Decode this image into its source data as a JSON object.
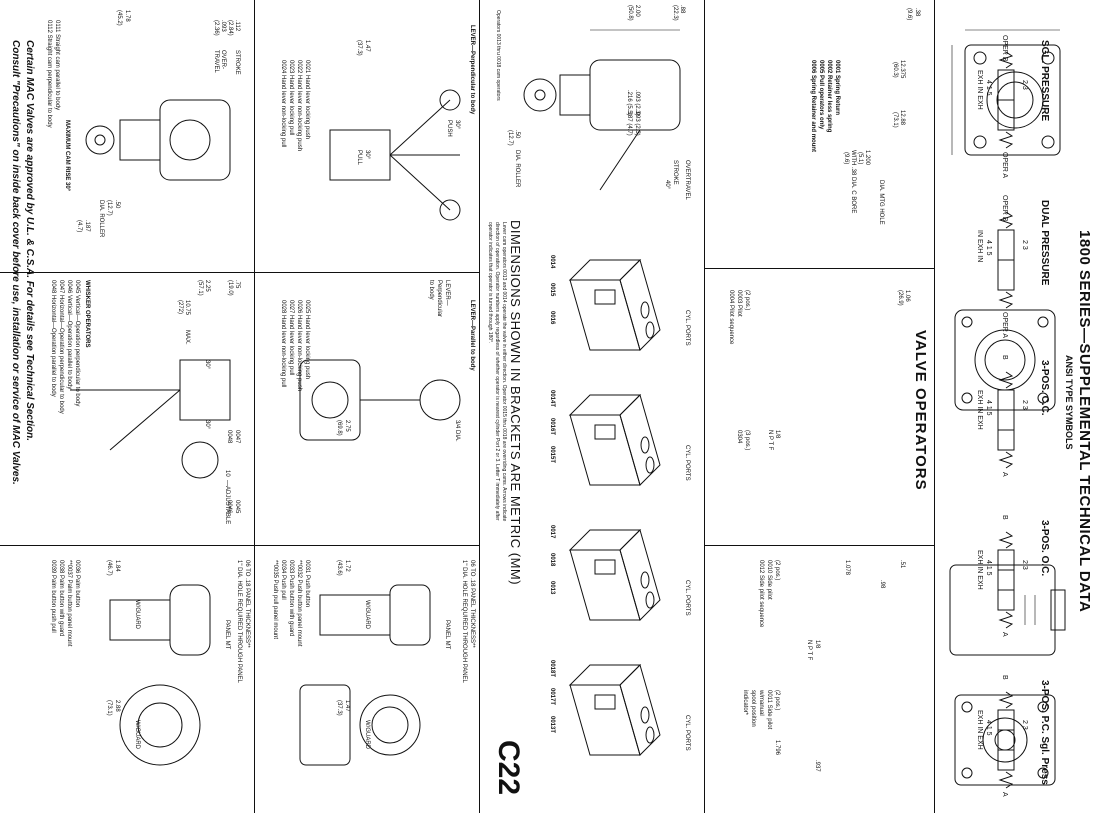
{
  "header": {
    "title": "1800 SERIES—SUPPLEMENTAL TECHNICAL DATA",
    "subtitle": "ANSI TYPE SYMBOLS",
    "section": "VALVE OPERATORS"
  },
  "symbols": [
    {
      "label": "SGL. PRESSURE",
      "ports_top": "2  3",
      "ports_bottom": "4  1  5",
      "left": "OPER B",
      "right": "OPER A",
      "bottom": "EXH IN EXH"
    },
    {
      "label": "DUAL PRESSURE",
      "ports_top": "2  3",
      "ports_bottom": "4  1  5",
      "left": "OPER B",
      "right": "OPER A",
      "bottom": "IN EXH IN"
    },
    {
      "label": "3-POS. C.C.",
      "ports_top": "2  3",
      "ports_bottom": "4  1  5",
      "left": "B",
      "right": "A",
      "bottom": "EXH IN EXH"
    },
    {
      "label": "3-POS. O.C.",
      "ports_top": "2  3",
      "ports_bottom": "4  1  5",
      "left": "B",
      "right": "A",
      "bottom": "EXH IN EXH"
    },
    {
      "label": "3-POS. P.C. Sgl. Press",
      "ports_top": "2  3",
      "ports_bottom": "4  1  5",
      "left": "B",
      "right": "A",
      "bottom": "EXH IN EXH"
    }
  ],
  "row1": {
    "spring": {
      "dims": [
        ".38",
        "(9.6)",
        "12.375",
        "(60.3)",
        "12.88",
        "(73.1)",
        "1.200",
        "(5.1)",
        "WITH .38 DIA. C BORE",
        "(9.6)",
        "DIA. MTG HOLE"
      ],
      "items": [
        "0001  Spring Return",
        "0002  Retainer less spring",
        "0005  Pull operators only",
        "0006  Spring Retainer and mount"
      ]
    },
    "pilot": {
      "dims": [
        "1.06",
        "(26.9)",
        "1/8",
        "N P T F"
      ],
      "items_left_head": "(2 pos.)",
      "items_left": [
        "0003  Pilot",
        "0004  Pilot sequence"
      ],
      "items_right_head": "(3 pos.)",
      "items_right": [
        "0304"
      ]
    },
    "side": {
      "dims": [
        ".51",
        ".98",
        "1.078",
        "1/8",
        "N P T F"
      ],
      "items_head": "(2 pos.)",
      "items": [
        "0010  Side pilot",
        "0012  Side pilot sequence"
      ]
    },
    "manual": {
      "dims": [
        ".937",
        "1.796"
      ],
      "items_head": "(2 pos.)",
      "items": [
        "0011  Side pilot",
        "w/manual",
        "spool position",
        "indicator*"
      ]
    }
  },
  "metric_note": "DIMENSIONS SHOWN IN BRACKETS ARE METRIC (MM)",
  "cam": {
    "dims": [
      ".88",
      "(22.3)",
      "2.00",
      "(50.8)",
      ".093 (2.3)",
      ".216 (5.5)",
      ".093 (2.3)",
      ".187 (4.7)",
      "OVERTRAVEL",
      "STROKE",
      "40°",
      ".50",
      "(12.7)",
      "DIA. ROLLER"
    ],
    "note": "Operators 0013 thru 0018 cam operators",
    "text1": "Lever cam operators 0013 and 0014 operate the valve in either direction. Operator 0015 thru 0018 are overriding cams. Arrows indicate",
    "text2": "direction of operation. Operator numbers apply regardless of whether operator is nearest cylinder Port 2 or 3. Letter T immediately after",
    "text3": "operator indicates that operator is turned through 180°.",
    "views": [
      {
        "label": "CYL. PORTS",
        "ids": [
          "0014",
          "0015",
          "0016"
        ]
      },
      {
        "label": "CYL. PORTS",
        "ids": [
          "0014T",
          "0016T",
          "0015T"
        ]
      },
      {
        "label": "CYL. PORTS",
        "ids": [
          "0017",
          "0018",
          "0013"
        ]
      },
      {
        "label": "CYL. PORTS",
        "ids": [
          "0018T",
          "0017T",
          "0013T"
        ]
      }
    ],
    "page_code": "C22"
  },
  "lever": {
    "perp_title": "LEVER—Perpendicular to body",
    "perp_dims": [
      "30°",
      "PUSH",
      "1.47",
      "(37.3)",
      "30°",
      "PULL"
    ],
    "perp_items": [
      "0021  Hand lever locking push",
      "0022  Hand lever non-locking push",
      "0023  Hand lever locking pull",
      "0024  Hand lever non-locking pull"
    ],
    "par_title": "LEVER—Parallel to body",
    "par_dims": [
      "3/4 DIA.",
      "LEVER—",
      "Perpendicular",
      "to body",
      "2.75",
      "(69.8)"
    ],
    "par_items": [
      "0025  Hand lever locking push",
      "0026  Hand lever non-locking push",
      "0027  Hand lever locking pull",
      "0028  Hand lever non-locking pull"
    ],
    "push_note": "06 TO .18 PANEL THICKNESS**",
    "push_note2": "1\" DIA. HOLE REQUIRED THROUGH PANEL",
    "push_dims": [
      "1.72",
      "(43.6)",
      "1.47",
      "(37.3)"
    ],
    "push_labels": [
      "PANEL MT",
      "W/GUARD",
      "W/GUARD"
    ],
    "push_items": [
      "0031  Push button",
      "**0032  Push button panel mount",
      "0033  Push button with guard",
      "0034  Push pull",
      "**0035  Push pull panel mount"
    ]
  },
  "roller": {
    "dims": [
      ".112",
      "(2.84)",
      "STROKE",
      ".093",
      "OVER-",
      "(2.36)",
      "TRAVEL",
      "1.78",
      "(45.2)",
      ".50",
      "(12.7)",
      "DIA. ROLLER",
      ".187",
      "(4.7)"
    ],
    "max_cam": "MAXIMUM CAM RISE 30°",
    "items": [
      "0111  Straight cam parallel to body",
      "0112  Straight cam perpendicular to body"
    ]
  },
  "whisker": {
    "dims": [
      ".75",
      "(19.0)",
      "2.25",
      "(57.1)",
      "10.75",
      "(272)",
      "MAX.",
      "30°",
      "30°",
      "10",
      "—ADJUSTABLE",
      "0047",
      "0048",
      "0045",
      "0046"
    ],
    "title": "WHISKER OPERATORS",
    "items": [
      "0045  Vertical—Operation perpendicular to body",
      "0046  Vertical—Operation parallel to body",
      "0047  Horizontal—Operation perpendicular to body",
      "0048  Horizontal—Operation parallel to body"
    ]
  },
  "palm": {
    "note": "06 TO .18 PANEL THICKNESS**",
    "note2": "1\" DIA. HOLE REQUIRED THROUGH PANEL",
    "dims": [
      "1.84",
      "(46.7)",
      "2.88",
      "(73.1)"
    ],
    "labels": [
      "PANEL MT",
      "W/GUARD",
      "W/GUARD"
    ],
    "items": [
      "0036  Palm button",
      "**0037  Palm button panel mount",
      "0038  Palm button with guard",
      "0039  Palm button push pull"
    ]
  },
  "footer": {
    "line1": "Certain MAC Valves are approved by U.L. & C.S.A. For details see Technical Section.",
    "line2": "Consult \"Precautions\" on inside back cover before use, installation or service of MAC Valves."
  }
}
